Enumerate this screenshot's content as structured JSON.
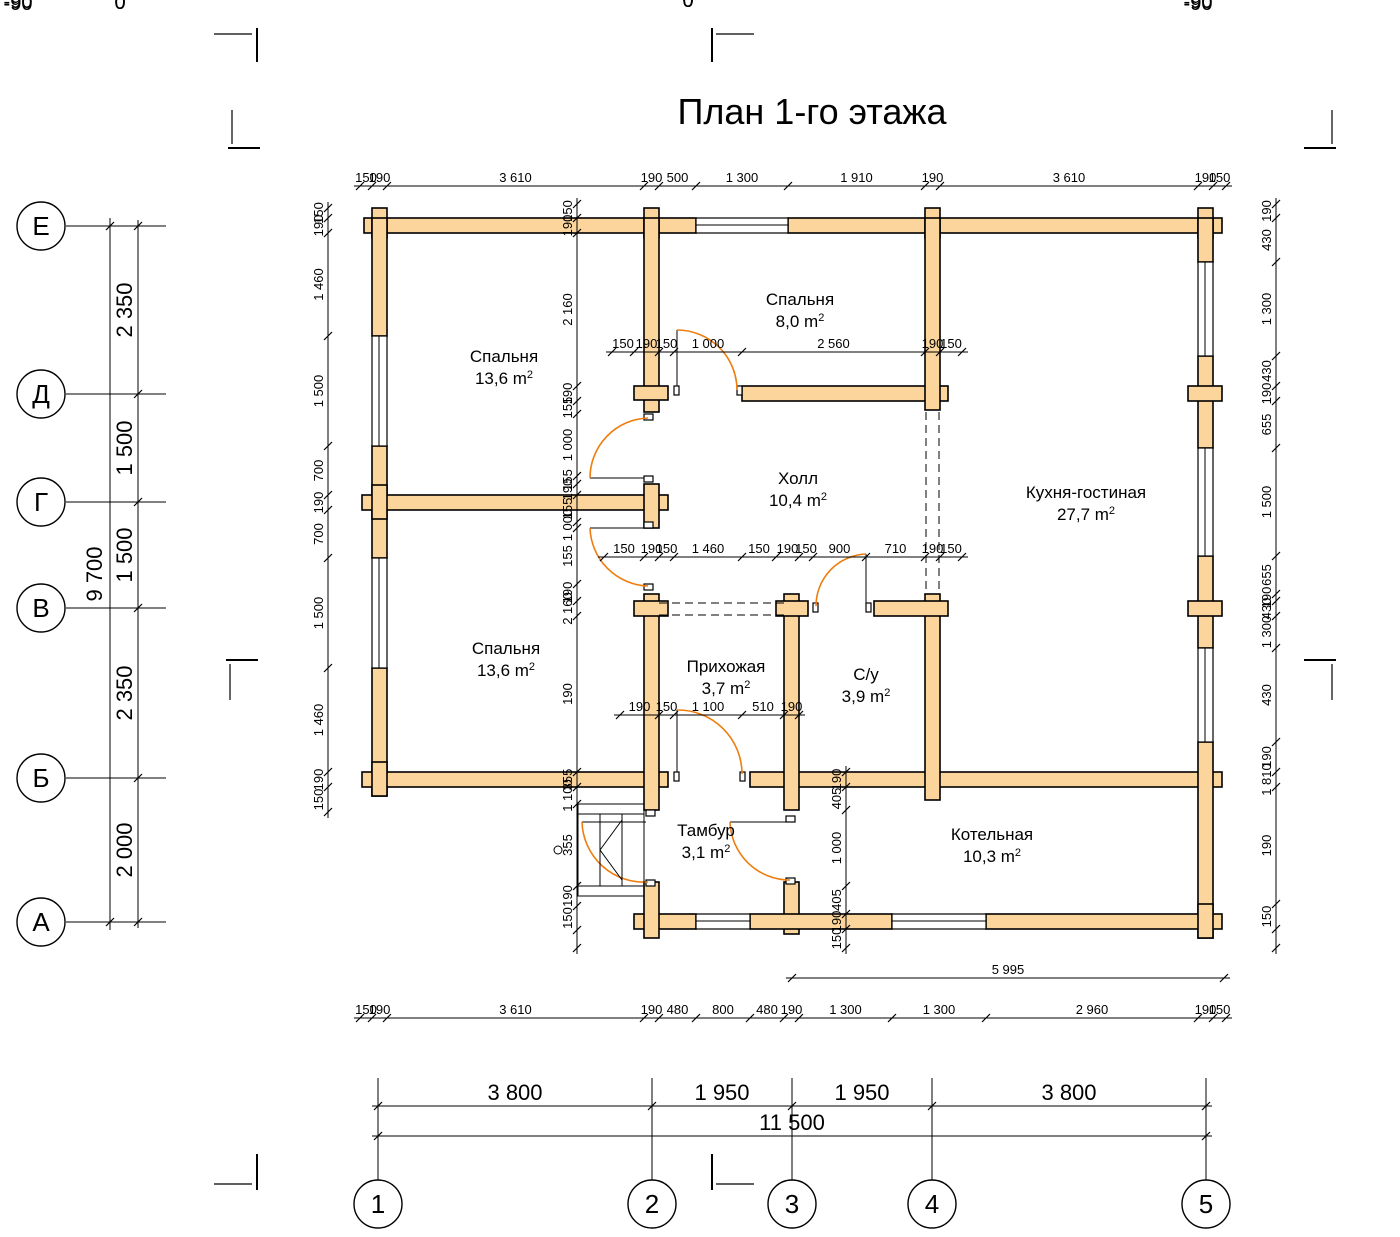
{
  "title": "План 1-го этажа",
  "rooms": [
    {
      "name": "Спальня",
      "area": "8,0 m"
    },
    {
      "name": "Спальня",
      "area": "13,6 m"
    },
    {
      "name": "Холл",
      "area": "10,4 m"
    },
    {
      "name": "Кухня-гостиная",
      "area": "27,7 m"
    },
    {
      "name": "Спальня",
      "area": "13,6 m"
    },
    {
      "name": "Прихожая",
      "area": "3,7 m"
    },
    {
      "name": "С/у",
      "area": "3,9 m"
    },
    {
      "name": "Тамбур",
      "area": "3,1 m"
    },
    {
      "name": "Котельная",
      "area": "10,3 m"
    }
  ],
  "area_unit_exponent": "2",
  "axes": {
    "rows": [
      "Е",
      "Д",
      "Г",
      "В",
      "Б",
      "А"
    ],
    "cols": [
      "1",
      "2",
      "3",
      "4",
      "5"
    ]
  },
  "sections": {
    "s1": "1",
    "s2": "2",
    "s3": "3",
    "s4": "4"
  },
  "dims_top": [
    "150",
    "190",
    "3 610",
    "190",
    "500",
    "1 300",
    "1 910",
    "190",
    "3 610",
    "190",
    "150"
  ],
  "dims_bottom": [
    "150",
    "190",
    "3 610",
    "190",
    "480",
    "800",
    "480",
    "190",
    "1 300",
    "1 300",
    "2 960",
    "190",
    "150"
  ],
  "dims_axes": [
    "3 800",
    "1 950",
    "1 950",
    "3 800"
  ],
  "dim_total_width": "11 500",
  "dims_left_axes": [
    "2 350",
    "1 500",
    "1 500",
    "2 350",
    "2 000"
  ],
  "dim_total_height": "9 700",
  "dims_left_detail": [
    "150",
    "190",
    "1 460",
    "1 500",
    "700",
    "190",
    "700",
    "1 500",
    "1 460",
    "190",
    "150"
  ],
  "dims_right_detail": [
    "190",
    "430",
    "1 300",
    "430",
    "190",
    "655",
    "1 500",
    "655",
    "190",
    "430",
    "1 300",
    "430",
    "190",
    "1 810",
    "190",
    "150"
  ],
  "dims_inner_col": [
    "150",
    "190",
    "2 160",
    "190",
    "155",
    "1 000",
    "155",
    "190",
    "155",
    "1 000",
    "155",
    "190",
    "2 160",
    "190",
    "355",
    "1 100",
    "355",
    "190",
    "150"
  ],
  "dims_row_d": [
    "150",
    "190",
    "150",
    "1 000",
    "2 560",
    "190",
    "150"
  ],
  "dims_row_v": [
    "150",
    "190",
    "150",
    "1 460",
    "150",
    "190",
    "150",
    "900",
    "710",
    "190",
    "150"
  ],
  "dims_row_b": [
    "190",
    "150",
    "1 100",
    "510",
    "190"
  ],
  "dims_boiler_col": [
    "190",
    "405",
    "1 000",
    "405",
    "190",
    "150"
  ],
  "dim_boiler_width": "5 995"
}
